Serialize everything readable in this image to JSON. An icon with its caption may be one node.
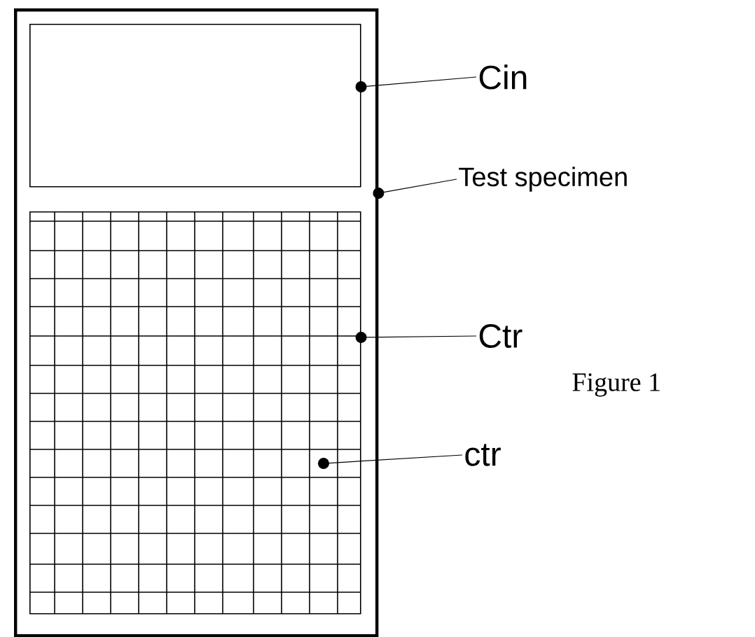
{
  "diagram": {
    "nodes": [
      {
        "text": [],
        "shape": "box"
      },
      {
        "text": [],
        "shape": "box",
        "in": 0
      },
      {
        "text": [],
        "shape": "box",
        "in": 0
      },
      {
        "text": [
          "Cin"
        ]
      },
      {
        "text": [
          "Test specimen"
        ]
      },
      {
        "text": [
          "Ctr"
        ]
      },
      {
        "text": [
          "ctr"
        ]
      }
    ],
    "edges": [
      {
        "from": 3,
        "to": 1,
        "arrow": "other"
      },
      {
        "from": 4,
        "to": 0,
        "arrow": "other"
      },
      {
        "from": 5,
        "to": 2,
        "arrow": "other"
      },
      {
        "from": 6,
        "to": 2,
        "arrow": "other"
      }
    ],
    "labels": [
      "Figure 1"
    ]
  }
}
